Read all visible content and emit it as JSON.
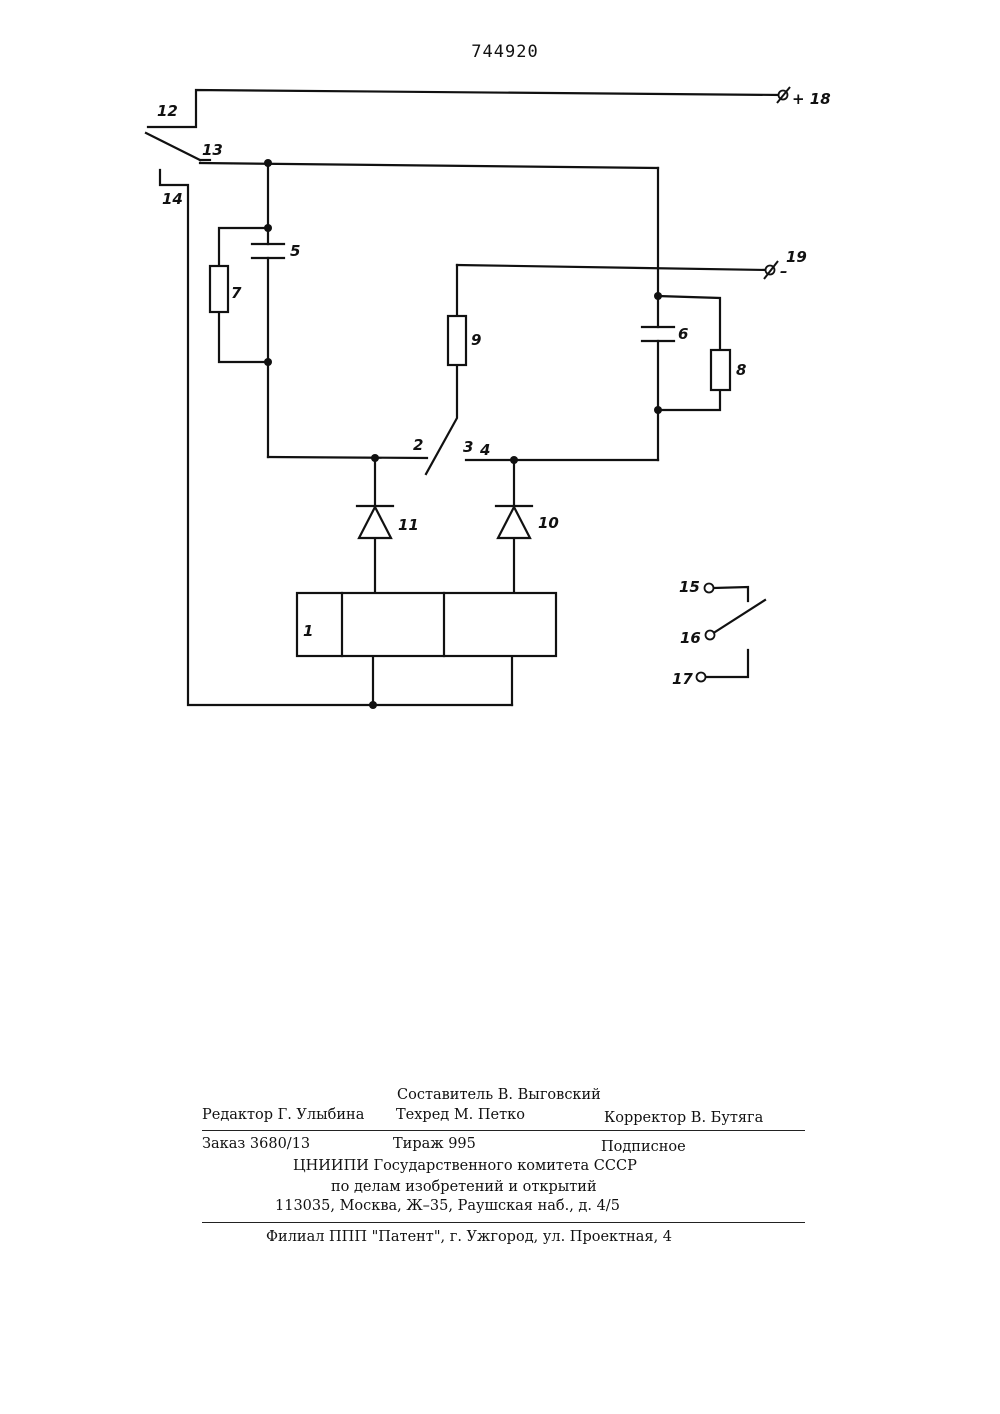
{
  "header": {
    "patent_number": "744920"
  },
  "diagram": {
    "labels": {
      "l1": "1",
      "l2": "2",
      "l3": "3",
      "l4": "4",
      "l5": "5",
      "l6": "6",
      "l7": "7",
      "l8": "8",
      "l9": "9",
      "l10": "10",
      "l11": "11",
      "l12": "12",
      "l13": "13",
      "l14": "14",
      "l15": "15",
      "l16": "16",
      "l17": "17",
      "l18": "+ 18",
      "l19": "19",
      "l19_sign": "–"
    }
  },
  "colophon": {
    "compiler": "Составитель  В. Выговский",
    "editor": "Редактор Г. Улыбина",
    "techred": "Техред М. Петко",
    "corrector": "Корректор   В. Бутяга",
    "order": "Заказ 3680/13",
    "circulation": "Тираж 995",
    "subscription": "Подписное",
    "org_line1": "ЦНИИПИ Государственного комитета СССР",
    "org_line2": "по делам изобретений и открытий",
    "address": "113035, Москва, Ж–35, Раушская наб., д. 4/5",
    "branch": "Филиал ППП \"Патент\", г. Ужгород, ул. Проектная, 4"
  }
}
